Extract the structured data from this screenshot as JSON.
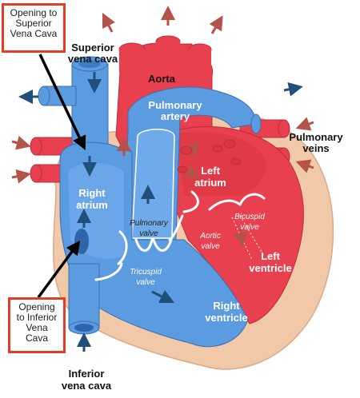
{
  "callouts": {
    "top": [
      "Opening to",
      "Superior",
      "Vena Cava"
    ],
    "bottom": [
      "Opening",
      "to Inferior",
      "Vena",
      "Cava"
    ]
  },
  "labels": {
    "superior_vena_cava": [
      "Superior",
      "vena cava"
    ],
    "aorta": "Aorta",
    "pulmonary_artery": [
      "Pulmonary",
      "artery"
    ],
    "pulmonary_veins": [
      "Pulmonary",
      "veins"
    ],
    "left_atrium": [
      "Left",
      "atrium"
    ],
    "right_atrium": [
      "Right",
      "atrium"
    ],
    "pulmonary_valve": [
      "Pulmonary",
      "valve"
    ],
    "aortic_valve": [
      "Aortic",
      "valve"
    ],
    "bicuspid_valve": [
      "Bicuspid",
      "valve"
    ],
    "tricuspid_valve": [
      "Tricuspid",
      "valve"
    ],
    "left_ventricle": [
      "Left",
      "ventricle"
    ],
    "right_ventricle": [
      "Right",
      "ventricle"
    ],
    "inferior_vena_cava": [
      "Inferior",
      "vena cava"
    ]
  },
  "colors": {
    "oxygenated": "#e8404e",
    "deoxygenated": "#5b9be0",
    "wall": "#f2c9a8",
    "flow_arrow_red": "#b5524a",
    "flow_arrow_blue": "#1f4f7a",
    "callout_border": "#e23d28",
    "pointer": "#000000"
  }
}
